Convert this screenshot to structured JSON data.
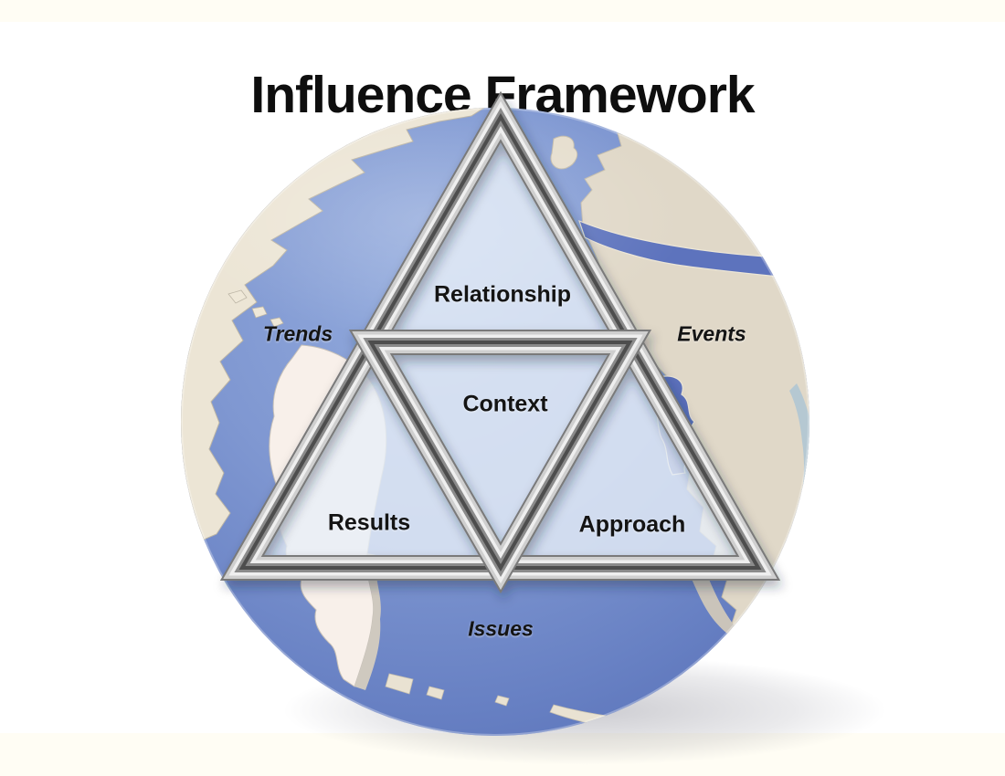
{
  "title": "Influence Framework",
  "diagram": {
    "triangles": {
      "top": "Relationship",
      "center": "Context",
      "bottom_left": "Results",
      "bottom_right": "Approach"
    },
    "globe_regions": {
      "left": "Trends",
      "right": "Events",
      "bottom": "Issues"
    }
  },
  "colors": {
    "ocean_blue": "#7b93cf",
    "ocean_deep": "#5a72b8",
    "land_tan": "#e0d8c8",
    "land_pink": "#f8f0ea",
    "sea_inlet_blue": "#5b70bb",
    "frame_silver": "#c9c9c9",
    "glass_blue": "#dce6f0",
    "label_text": "#141414",
    "background_cream": "#fffdf4"
  }
}
